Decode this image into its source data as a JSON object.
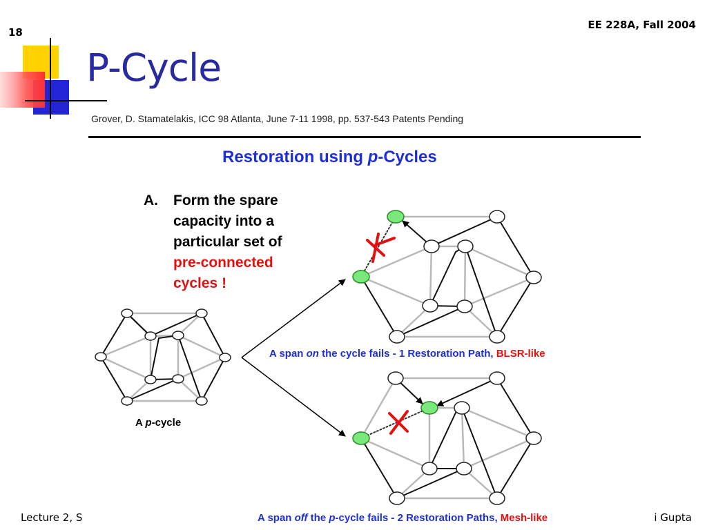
{
  "slide": {
    "number": "18",
    "course": "EE 228A, Fall 2004",
    "title": "P-Cycle"
  },
  "figure": {
    "citation": "Grover, D. Stamatelakis, ICC 98 Atlanta, June 7-11 1998, pp. 537-543  Patents Pending",
    "title_prefix": "Restoration using ",
    "title_italic": "p",
    "title_suffix": "-Cycles",
    "step": {
      "letter": "A.",
      "lines": [
        "Form the spare",
        "capacity into a",
        "particular set of"
      ],
      "red_lines": [
        "pre-connected",
        "cycles !"
      ]
    },
    "caption_on": {
      "prefix": "A span ",
      "italic": "on",
      "middle": " the cycle fails - 1 Restoration Path, ",
      "red": "BLSR-like"
    },
    "caption_off": {
      "prefix": "A span ",
      "italic": "off",
      "middle1": " the ",
      "italic2": "p",
      "middle2": "-cycle fails -  2 Restoration Paths, ",
      "red": "Mesh-like"
    },
    "pcycle_label": {
      "prefix": "A ",
      "italic": "p",
      "suffix": "-cycle"
    }
  },
  "footer": {
    "left": "Lecture 2, S",
    "right": "i Gupta"
  },
  "colors": {
    "title": "#2a2aa0",
    "figure_title": "#1f2fd8",
    "red": "#e31010",
    "node_green": "#7be87b",
    "gray_edge": "#b9b9b9"
  }
}
